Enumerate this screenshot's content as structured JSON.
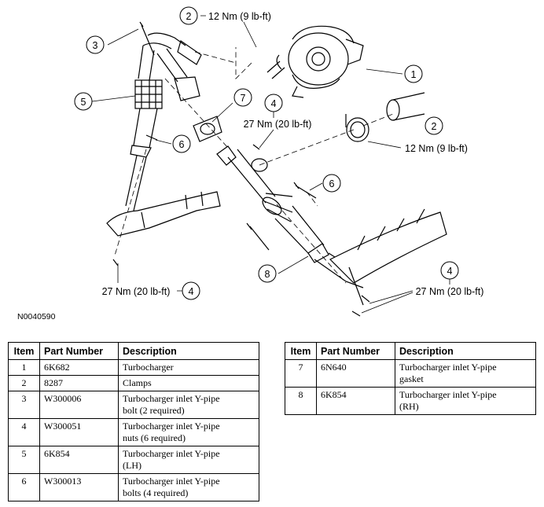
{
  "figure_id": "N0040590",
  "callouts": {
    "c1": "1",
    "c2_top": "2",
    "c2_top_torque": "12 Nm (9 lb-ft)",
    "c3": "3",
    "c5": "5",
    "c7": "7",
    "c4_mid": "4",
    "c4_mid_torque": "27 Nm (20 lb-ft)",
    "c2_right": "2",
    "c2_right_torque": "12 Nm (9 lb-ft)",
    "c6_left": "6",
    "c6_right": "6",
    "c8": "8",
    "c4_left": "4",
    "c4_left_torque": "27 Nm (20 lb-ft)",
    "c4_right": "4",
    "c4_right_torque": "27 Nm (20 lb-ft)"
  },
  "table_headers": {
    "item": "Item",
    "part": "Part Number",
    "desc": "Description"
  },
  "left_rows": [
    {
      "item": "1",
      "part": "6K682",
      "desc": "Turbocharger"
    },
    {
      "item": "2",
      "part": "8287",
      "desc": "Clamps"
    },
    {
      "item": "3",
      "part": "W300006",
      "desc1": "Turbocharger inlet Y-pipe",
      "desc2": "bolt (2 required)"
    },
    {
      "item": "4",
      "part": "W300051",
      "desc1": "Turbocharger inlet Y-pipe",
      "desc2": "nuts (6 required)"
    },
    {
      "item": "5",
      "part": "6K854",
      "desc1": "Turbocharger inlet Y-pipe",
      "desc2": "(LH)"
    },
    {
      "item": "6",
      "part": "W300013",
      "desc1": "Turbocharger inlet Y-pipe",
      "desc2": "bolts (4 required)"
    }
  ],
  "right_rows": [
    {
      "item": "7",
      "part": "6N640",
      "desc1": "Turbocharger inlet Y-pipe",
      "desc2": "gasket"
    },
    {
      "item": "8",
      "part": "6K854",
      "desc1": "Turbocharger inlet Y-pipe",
      "desc2": "(RH)"
    }
  ]
}
